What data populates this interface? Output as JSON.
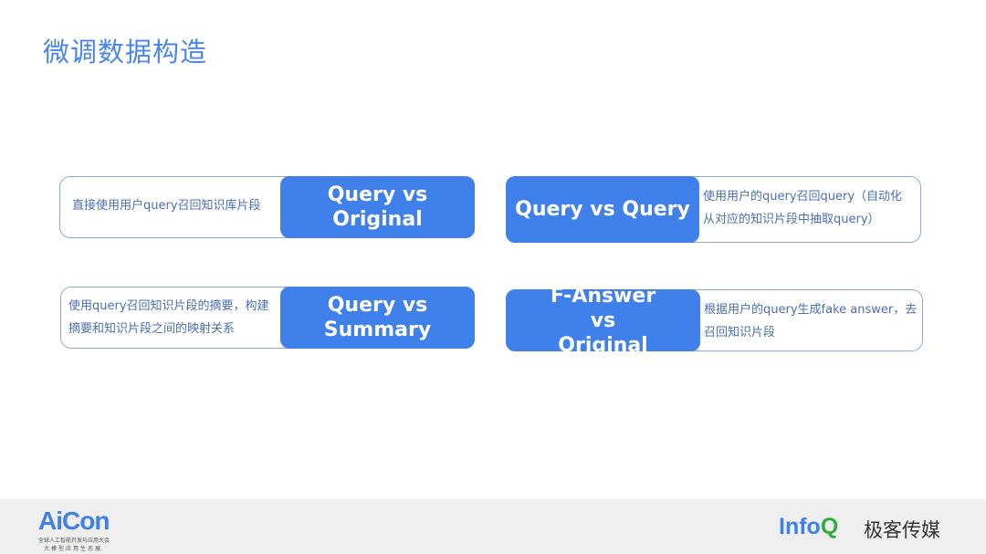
{
  "title": "微调数据构造",
  "cards": [
    {
      "label": "Query vs Original",
      "desc": "直接使用用户query召回知识库片段"
    },
    {
      "label": "Query vs Query",
      "desc": "使用用户的query召回query（自动化从对应的知识片段中抽取query）"
    },
    {
      "label": "Query vs Summary",
      "desc": "使用query召回知识片段的摘要，构建摘要和知识片段之间的映射关系"
    },
    {
      "label": "F-Answer vs Original",
      "desc": "根据用户的query生成fake answer，去召回知识片段"
    }
  ],
  "footer": {
    "aicon_logo": "AiCon",
    "aicon_line1": "全球人工智能开发与应用大会",
    "aicon_line2": "大模型应用生态展",
    "infoq_logo": "InfoQ",
    "infoq_cn": "极客传媒"
  },
  "colors": {
    "accent": "#3f80ea",
    "border": "#8fa9d6",
    "desc_text": "#4a6fb5"
  }
}
